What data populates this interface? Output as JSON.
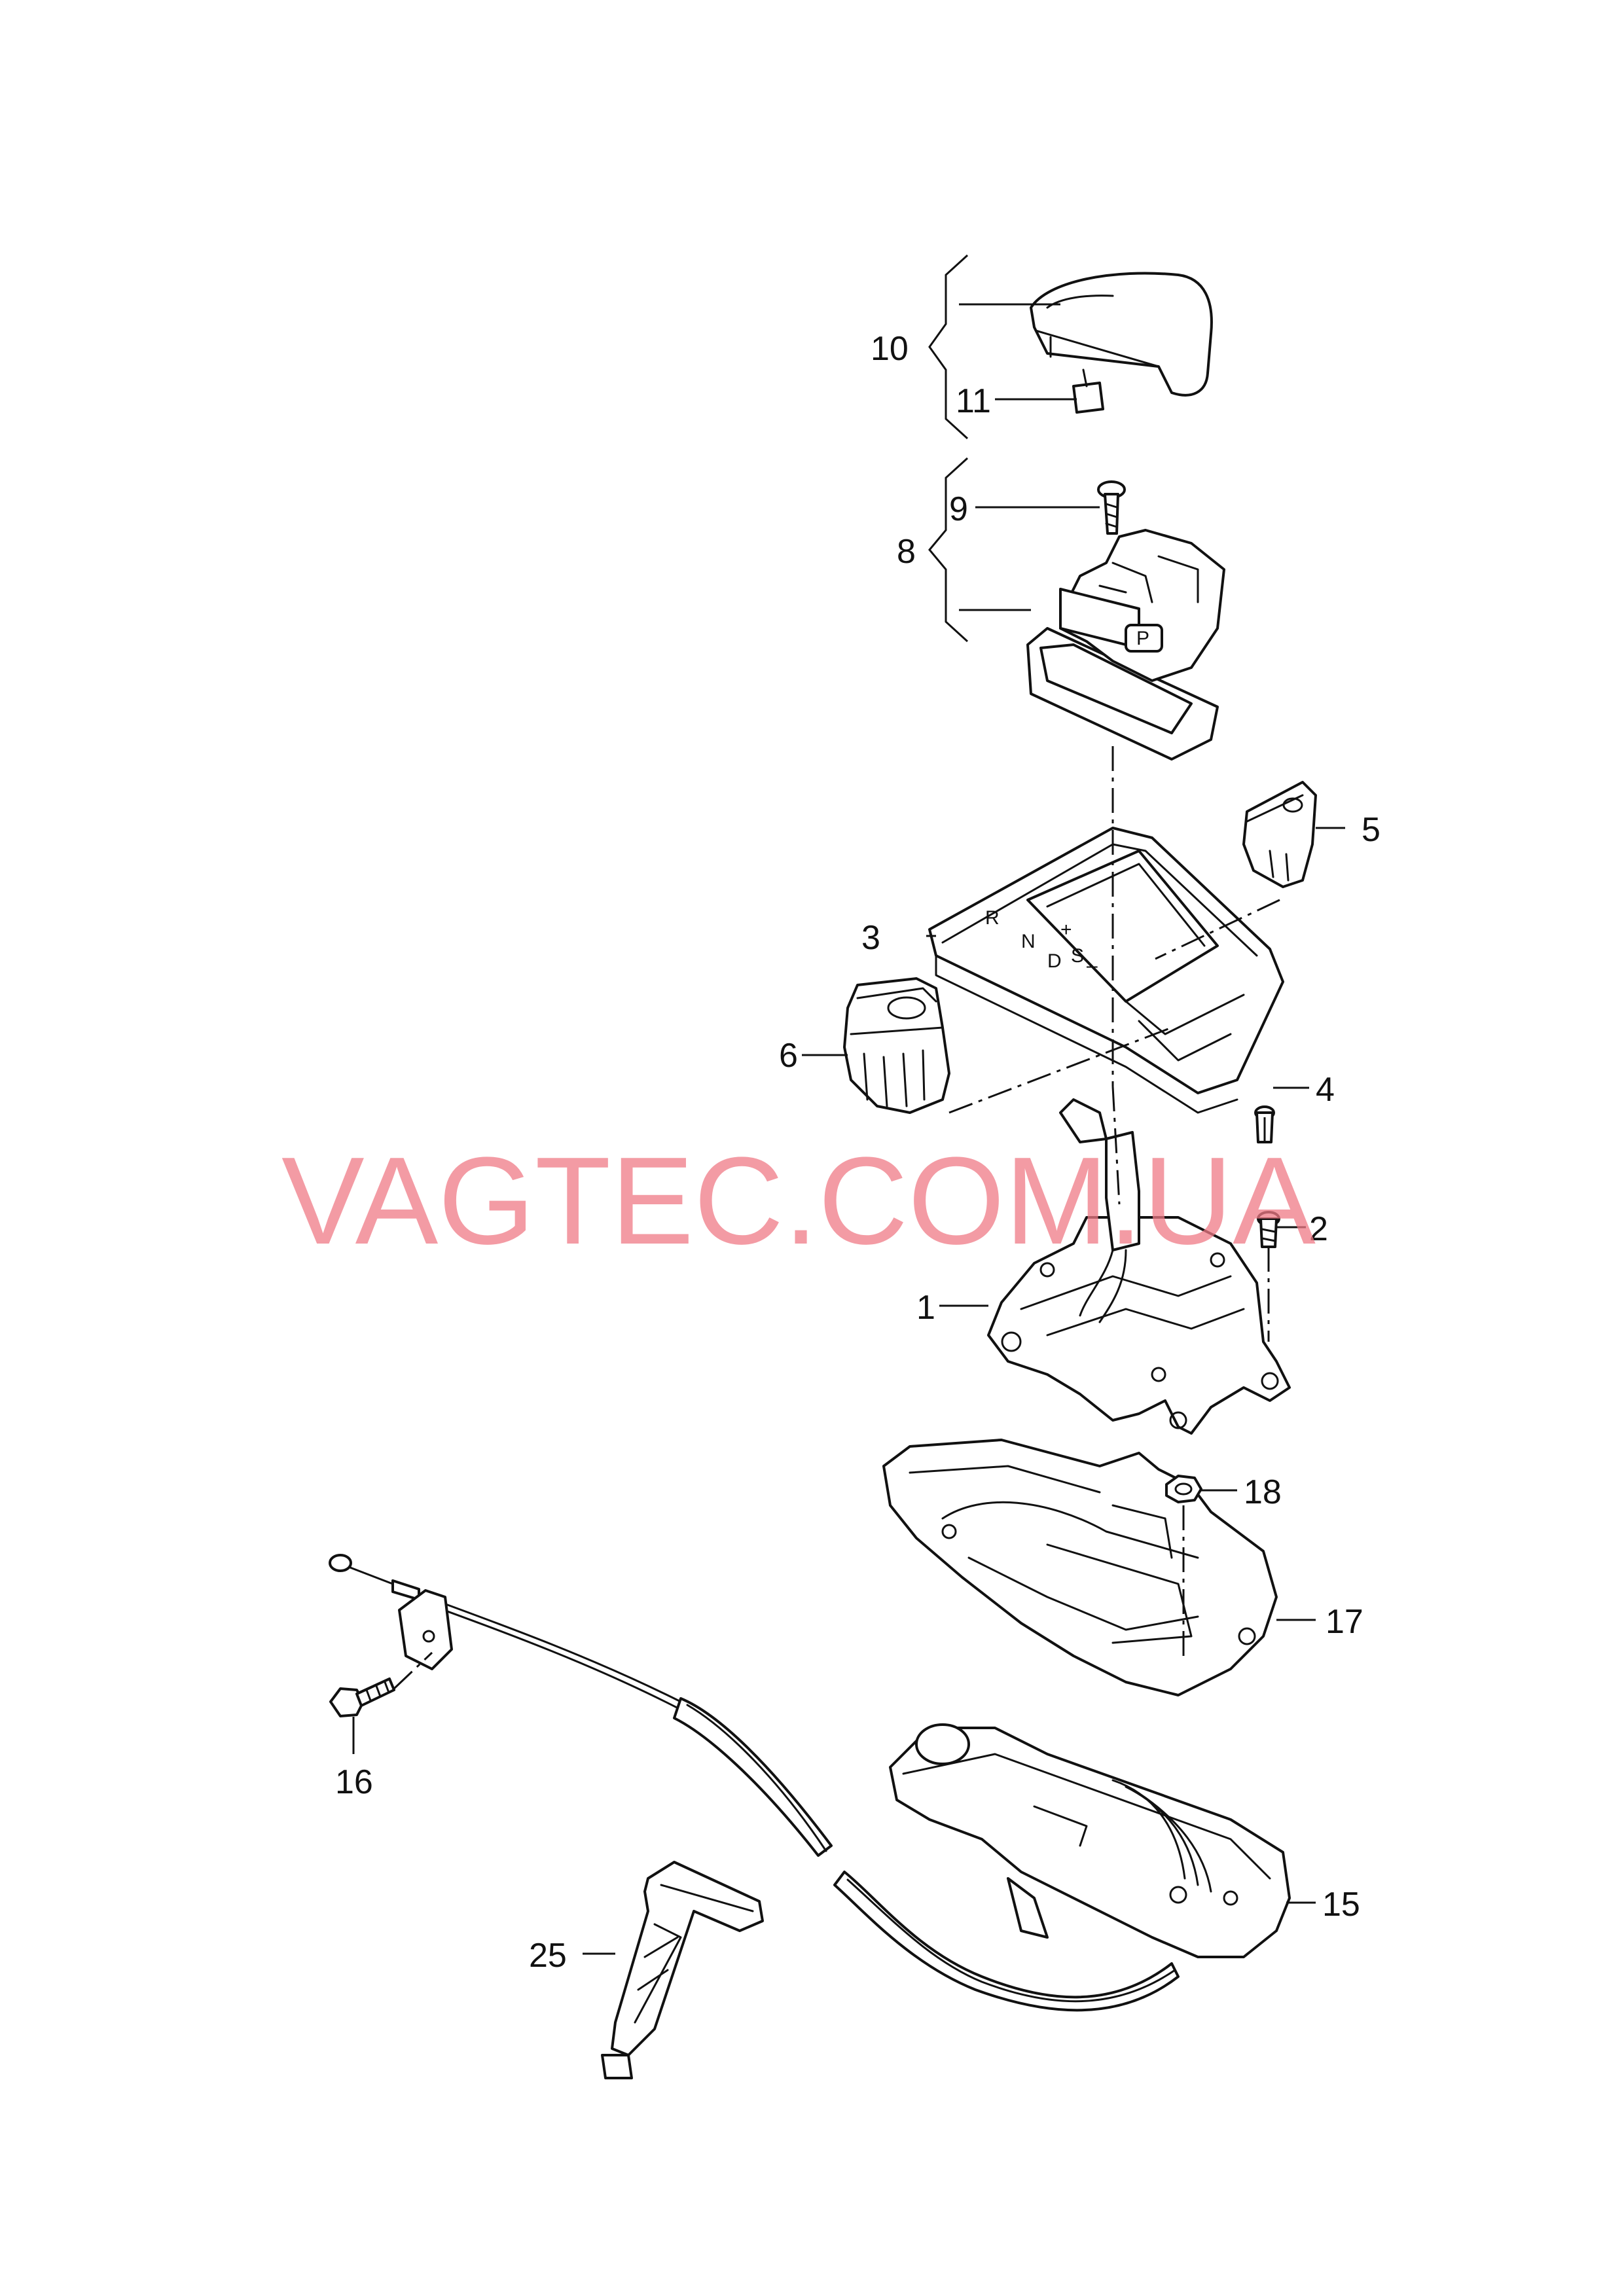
{
  "watermark": "VAGTEC.COM.UA",
  "callouts": {
    "c1": "1",
    "c2": "2",
    "c3": "3",
    "c4": "4",
    "c5": "5",
    "c6": "6",
    "c8": "8",
    "c9": "9",
    "c10": "10",
    "c11": "11",
    "c15": "15",
    "c16": "16",
    "c17": "17",
    "c18": "18",
    "c25": "25"
  },
  "gear_markings": {
    "r": "R",
    "n": "N",
    "d": "D",
    "s": "S",
    "p": "P",
    "plus": "+",
    "minus": "–"
  }
}
